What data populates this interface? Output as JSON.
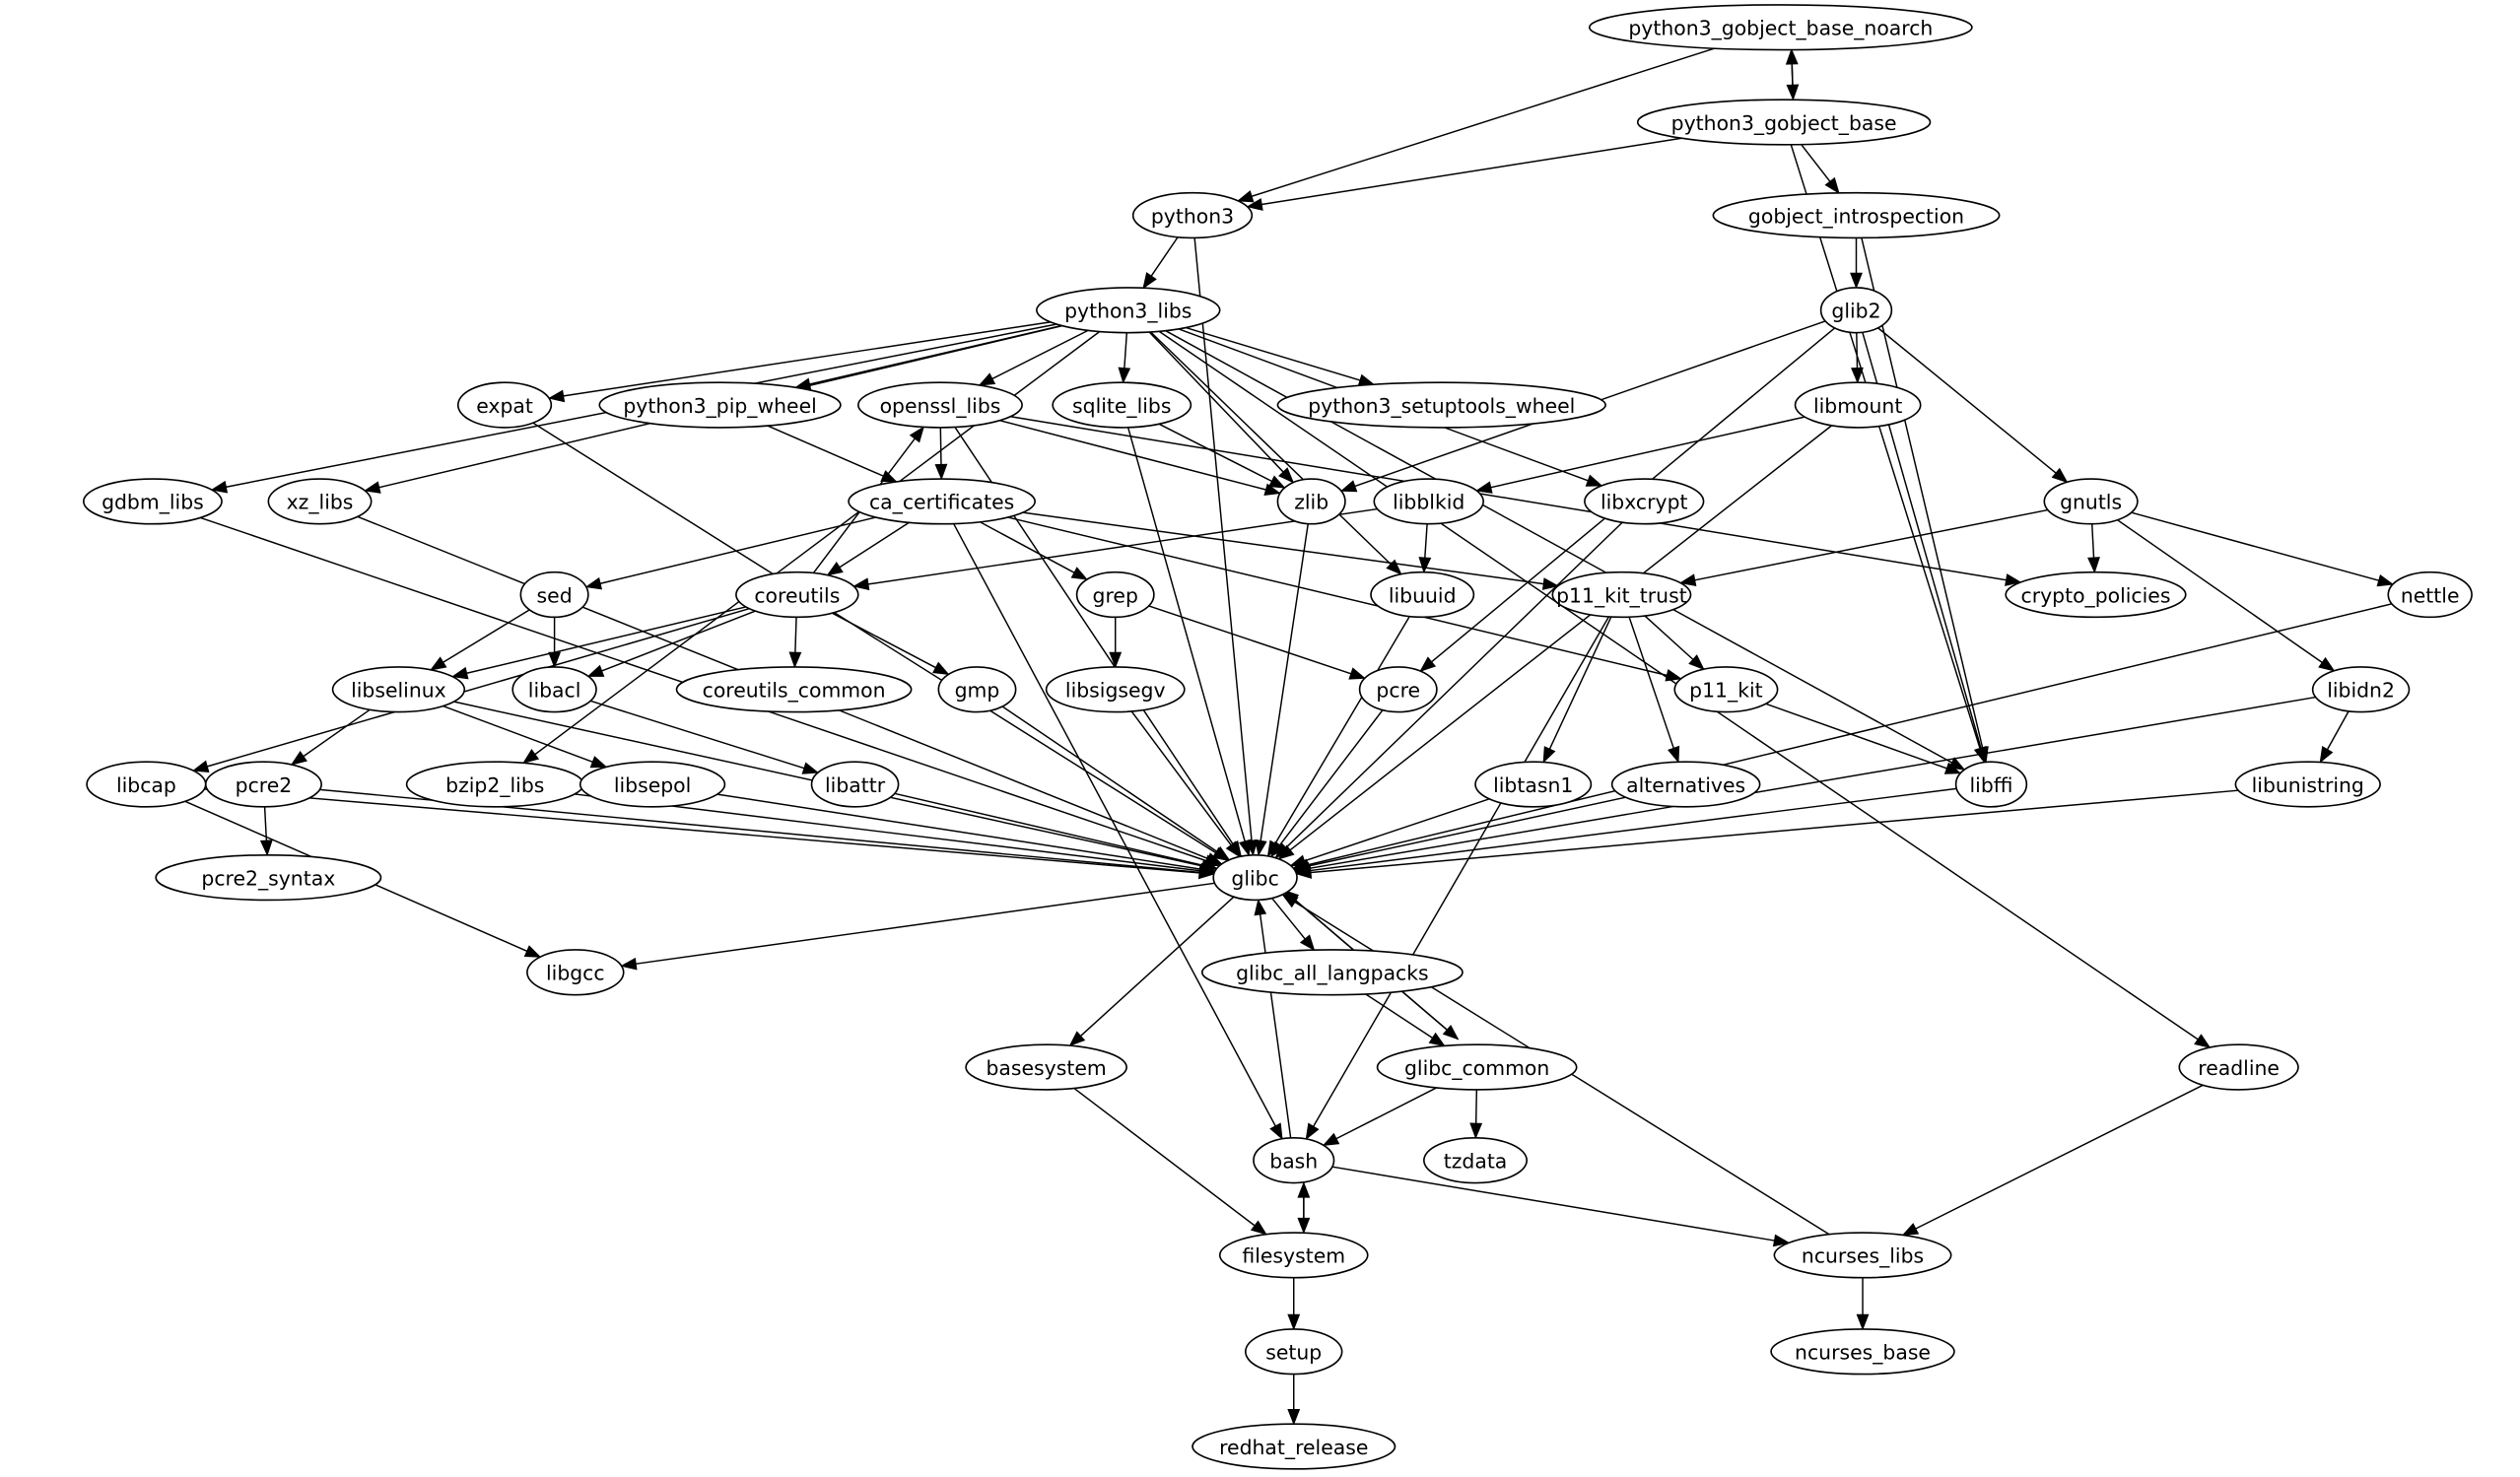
{
  "graph": {
    "type": "directed-dependency-graph",
    "nodes": [
      {
        "id": "python3_gobject_base_noarch",
        "label": "python3_gobject_base_noarch"
      },
      {
        "id": "python3_gobject_base",
        "label": "python3_gobject_base"
      },
      {
        "id": "python3",
        "label": "python3"
      },
      {
        "id": "gobject_introspection",
        "label": "gobject_introspection"
      },
      {
        "id": "python3_libs",
        "label": "python3_libs"
      },
      {
        "id": "glib2",
        "label": "glib2"
      },
      {
        "id": "expat",
        "label": "expat"
      },
      {
        "id": "python3_pip_wheel",
        "label": "python3_pip_wheel"
      },
      {
        "id": "openssl_libs",
        "label": "openssl_libs"
      },
      {
        "id": "sqlite_libs",
        "label": "sqlite_libs"
      },
      {
        "id": "python3_setuptools_wheel",
        "label": "python3_setuptools_wheel"
      },
      {
        "id": "libmount",
        "label": "libmount"
      },
      {
        "id": "gdbm_libs",
        "label": "gdbm_libs"
      },
      {
        "id": "xz_libs",
        "label": "xz_libs"
      },
      {
        "id": "ca_certificates",
        "label": "ca_certificates"
      },
      {
        "id": "zlib",
        "label": "zlib"
      },
      {
        "id": "libblkid",
        "label": "libblkid"
      },
      {
        "id": "libxcrypt",
        "label": "libxcrypt"
      },
      {
        "id": "gnutls",
        "label": "gnutls"
      },
      {
        "id": "sed",
        "label": "sed"
      },
      {
        "id": "coreutils",
        "label": "coreutils"
      },
      {
        "id": "grep",
        "label": "grep"
      },
      {
        "id": "libuuid",
        "label": "libuuid"
      },
      {
        "id": "p11_kit_trust",
        "label": "p11_kit_trust"
      },
      {
        "id": "crypto_policies",
        "label": "crypto_policies"
      },
      {
        "id": "nettle",
        "label": "nettle"
      },
      {
        "id": "libselinux",
        "label": "libselinux"
      },
      {
        "id": "libacl",
        "label": "libacl"
      },
      {
        "id": "coreutils_common",
        "label": "coreutils_common"
      },
      {
        "id": "gmp",
        "label": "gmp"
      },
      {
        "id": "libsigsegv",
        "label": "libsigsegv"
      },
      {
        "id": "pcre",
        "label": "pcre"
      },
      {
        "id": "p11_kit",
        "label": "p11_kit"
      },
      {
        "id": "libidn2",
        "label": "libidn2"
      },
      {
        "id": "libcap",
        "label": "libcap"
      },
      {
        "id": "pcre2",
        "label": "pcre2"
      },
      {
        "id": "bzip2_libs",
        "label": "bzip2_libs"
      },
      {
        "id": "libsepol",
        "label": "libsepol"
      },
      {
        "id": "libattr",
        "label": "libattr"
      },
      {
        "id": "libtasn1",
        "label": "libtasn1"
      },
      {
        "id": "alternatives",
        "label": "alternatives"
      },
      {
        "id": "libffi",
        "label": "libffi"
      },
      {
        "id": "libunistring",
        "label": "libunistring"
      },
      {
        "id": "pcre2_syntax",
        "label": "pcre2_syntax"
      },
      {
        "id": "glibc",
        "label": "glibc"
      },
      {
        "id": "libgcc",
        "label": "libgcc"
      },
      {
        "id": "glibc_all_langpacks",
        "label": "glibc_all_langpacks"
      },
      {
        "id": "basesystem",
        "label": "basesystem"
      },
      {
        "id": "glibc_common",
        "label": "glibc_common"
      },
      {
        "id": "readline",
        "label": "readline"
      },
      {
        "id": "bash",
        "label": "bash"
      },
      {
        "id": "tzdata",
        "label": "tzdata"
      },
      {
        "id": "filesystem",
        "label": "filesystem"
      },
      {
        "id": "ncurses_libs",
        "label": "ncurses_libs"
      },
      {
        "id": "setup",
        "label": "setup"
      },
      {
        "id": "ncurses_base",
        "label": "ncurses_base"
      },
      {
        "id": "redhat_release",
        "label": "redhat_release"
      }
    ],
    "edges": [
      [
        "python3_gobject_base_noarch",
        "python3_gobject_base"
      ],
      [
        "python3_gobject_base",
        "python3_gobject_base_noarch"
      ],
      [
        "python3_gobject_base_noarch",
        "python3"
      ],
      [
        "python3_gobject_base",
        "python3"
      ],
      [
        "python3_gobject_base",
        "gobject_introspection"
      ],
      [
        "python3_gobject_base",
        "libffi"
      ],
      [
        "python3",
        "python3_libs"
      ],
      [
        "python3",
        "glibc"
      ],
      [
        "gobject_introspection",
        "glib2"
      ],
      [
        "gobject_introspection",
        "libffi"
      ],
      [
        "python3_libs",
        "gdbm_libs"
      ],
      [
        "python3_libs",
        "xz_libs"
      ],
      [
        "python3_libs",
        "bzip2_libs"
      ],
      [
        "python3_libs",
        "expat"
      ],
      [
        "python3_libs",
        "python3_pip_wheel"
      ],
      [
        "python3_libs",
        "openssl_libs"
      ],
      [
        "python3_libs",
        "sqlite_libs"
      ],
      [
        "python3_libs",
        "python3_setuptools_wheel"
      ],
      [
        "python3_libs",
        "libuuid"
      ],
      [
        "python3_libs",
        "libxcrypt"
      ],
      [
        "python3_libs",
        "libffi"
      ],
      [
        "python3_libs",
        "readline"
      ],
      [
        "python3_libs",
        "zlib"
      ],
      [
        "glib2",
        "libmount"
      ],
      [
        "glib2",
        "zlib"
      ],
      [
        "glib2",
        "pcre"
      ],
      [
        "glib2",
        "gnutls"
      ],
      [
        "glib2",
        "libffi"
      ],
      [
        "python3_pip_wheel",
        "ca_certificates"
      ],
      [
        "openssl_libs",
        "ca_certificates"
      ],
      [
        "openssl_libs",
        "zlib"
      ],
      [
        "openssl_libs",
        "crypto_policies"
      ],
      [
        "openssl_libs",
        "glibc"
      ],
      [
        "sqlite_libs",
        "zlib"
      ],
      [
        "sqlite_libs",
        "glibc"
      ],
      [
        "libmount",
        "libblkid"
      ],
      [
        "libmount",
        "glibc"
      ],
      [
        "gdbm_libs",
        "glibc"
      ],
      [
        "xz_libs",
        "glibc"
      ],
      [
        "expat",
        "glibc"
      ],
      [
        "ca_certificates",
        "sed"
      ],
      [
        "ca_certificates",
        "coreutils"
      ],
      [
        "ca_certificates",
        "grep"
      ],
      [
        "ca_certificates",
        "p11_kit_trust"
      ],
      [
        "ca_certificates",
        "p11_kit"
      ],
      [
        "ca_certificates",
        "bash"
      ],
      [
        "coreutils",
        "openssl_libs"
      ],
      [
        "zlib",
        "glibc"
      ],
      [
        "libblkid",
        "libuuid"
      ],
      [
        "libblkid",
        "coreutils"
      ],
      [
        "libxcrypt",
        "glibc"
      ],
      [
        "gnutls",
        "p11_kit_trust"
      ],
      [
        "gnutls",
        "crypto_policies"
      ],
      [
        "gnutls",
        "nettle"
      ],
      [
        "gnutls",
        "libidn2"
      ],
      [
        "sed",
        "libselinux"
      ],
      [
        "sed",
        "libacl"
      ],
      [
        "coreutils",
        "libcap"
      ],
      [
        "coreutils",
        "libselinux"
      ],
      [
        "coreutils",
        "libacl"
      ],
      [
        "coreutils",
        "coreutils_common"
      ],
      [
        "coreutils",
        "gmp"
      ],
      [
        "grep",
        "libsigsegv"
      ],
      [
        "grep",
        "pcre"
      ],
      [
        "libuuid",
        "glibc"
      ],
      [
        "p11_kit_trust",
        "p11_kit"
      ],
      [
        "p11_kit_trust",
        "libtasn1"
      ],
      [
        "p11_kit_trust",
        "alternatives"
      ],
      [
        "p11_kit_trust",
        "bash"
      ],
      [
        "nettle",
        "glibc"
      ],
      [
        "libselinux",
        "pcre2"
      ],
      [
        "libselinux",
        "libsepol"
      ],
      [
        "libselinux",
        "glibc"
      ],
      [
        "libacl",
        "libattr"
      ],
      [
        "gmp",
        "glibc"
      ],
      [
        "libsigsegv",
        "glibc"
      ],
      [
        "pcre",
        "glibc"
      ],
      [
        "p11_kit",
        "libffi"
      ],
      [
        "libidn2",
        "libunistring"
      ],
      [
        "libidn2",
        "glibc"
      ],
      [
        "libcap",
        "glibc"
      ],
      [
        "libcap",
        "libgcc"
      ],
      [
        "pcre2",
        "pcre2_syntax"
      ],
      [
        "pcre2",
        "glibc"
      ],
      [
        "bzip2_libs",
        "glibc"
      ],
      [
        "libsepol",
        "glibc"
      ],
      [
        "libattr",
        "glibc"
      ],
      [
        "libtasn1",
        "glibc"
      ],
      [
        "alternatives",
        "glibc"
      ],
      [
        "libffi",
        "glibc"
      ],
      [
        "libunistring",
        "glibc"
      ],
      [
        "glibc",
        "libgcc"
      ],
      [
        "glibc",
        "glibc_all_langpacks"
      ],
      [
        "glibc",
        "basesystem"
      ],
      [
        "glibc",
        "glibc_common"
      ],
      [
        "glibc_all_langpacks",
        "glibc_common"
      ],
      [
        "glibc_common",
        "glibc"
      ],
      [
        "glibc_common",
        "bash"
      ],
      [
        "glibc_common",
        "tzdata"
      ],
      [
        "basesystem",
        "filesystem"
      ],
      [
        "bash",
        "glibc"
      ],
      [
        "bash",
        "filesystem"
      ],
      [
        "bash",
        "ncurses_libs"
      ],
      [
        "filesystem",
        "bash"
      ],
      [
        "filesystem",
        "setup"
      ],
      [
        "readline",
        "ncurses_libs"
      ],
      [
        "ncurses_libs",
        "glibc"
      ],
      [
        "ncurses_libs",
        "ncurses_base"
      ],
      [
        "setup",
        "redhat_release"
      ]
    ]
  }
}
